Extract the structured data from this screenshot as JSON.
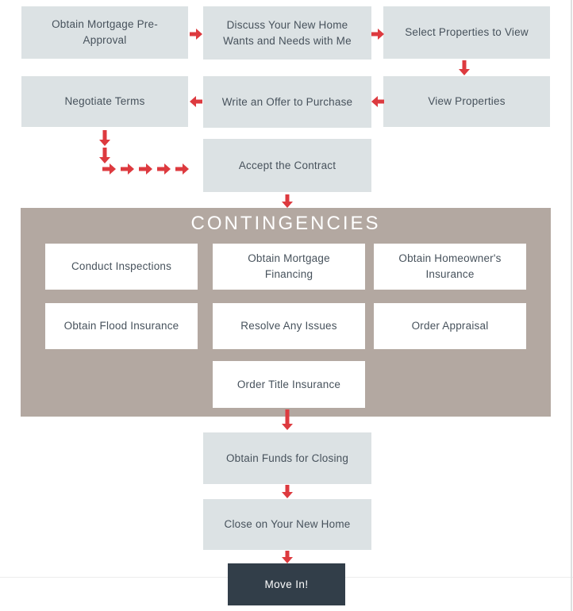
{
  "diagram": {
    "steps": {
      "pre_approval": "Obtain Mortgage Pre-Approval",
      "discuss": "Discuss Your New Home Wants and Needs with Me",
      "select_properties": "Select Properties to View",
      "view_properties": "View Properties",
      "write_offer": "Write an Offer to Purchase",
      "negotiate_terms": "Negotiate Terms",
      "accept_contract": "Accept the Contract",
      "obtain_funds": "Obtain Funds for Closing",
      "close_home": "Close on Your New Home",
      "move_in": "Move In!"
    },
    "contingencies": {
      "title": "CONTINGENCIES",
      "items": [
        "Conduct Inspections",
        "Obtain Mortgage Financing",
        "Obtain Homeowner's Insurance",
        "Obtain Flood Insurance",
        "Resolve Any Issues",
        "Order Appraisal",
        "Order Title Insurance"
      ]
    },
    "colors": {
      "step_box": "#dce2e4",
      "step_text": "#47525c",
      "arrow_red": "#dd3a3f",
      "contingency_bg": "#b3a8a1",
      "contingency_box": "#ffffff",
      "title_text": "#ffffff",
      "final_box": "#323e49",
      "final_text": "#ffffff"
    }
  }
}
